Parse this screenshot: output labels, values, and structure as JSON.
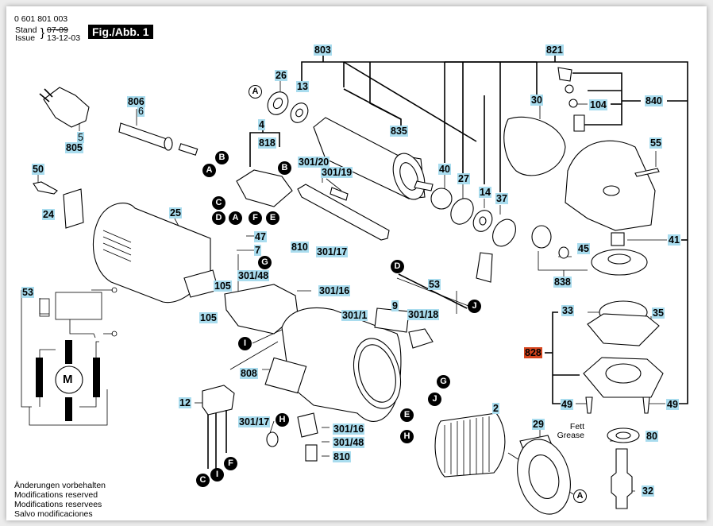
{
  "header": {
    "part_number": "0 601 801 003",
    "stand_label": "Stand",
    "issue_label": "Issue",
    "stand_date_struck": "07-09",
    "issue_date": "13-12-03",
    "figure_title": "Fig./Abb. 1"
  },
  "colors": {
    "label_highlight": "#a9dcee",
    "label_highlight_special": "#d6451e",
    "ink": "#000000",
    "page": "#ffffff"
  },
  "part_labels": [
    {
      "id": "p803",
      "text": "803"
    },
    {
      "id": "p821",
      "text": "821"
    },
    {
      "id": "p26",
      "text": "26"
    },
    {
      "id": "p13",
      "text": "13"
    },
    {
      "id": "p806",
      "text": "806"
    },
    {
      "id": "p6",
      "text": "6"
    },
    {
      "id": "p30",
      "text": "30"
    },
    {
      "id": "p104",
      "text": "104"
    },
    {
      "id": "p840",
      "text": "840"
    },
    {
      "id": "p835",
      "text": "835"
    },
    {
      "id": "p5",
      "text": "5"
    },
    {
      "id": "p805",
      "text": "805"
    },
    {
      "id": "p4",
      "text": "4"
    },
    {
      "id": "p818",
      "text": "818"
    },
    {
      "id": "p55",
      "text": "55"
    },
    {
      "id": "p50",
      "text": "50"
    },
    {
      "id": "p301_20",
      "text": "301/20"
    },
    {
      "id": "p301_19",
      "text": "301/19"
    },
    {
      "id": "p40",
      "text": "40"
    },
    {
      "id": "p27",
      "text": "27"
    },
    {
      "id": "p14",
      "text": "14"
    },
    {
      "id": "p37",
      "text": "37"
    },
    {
      "id": "p24",
      "text": "24"
    },
    {
      "id": "p25",
      "text": "25"
    },
    {
      "id": "p47",
      "text": "47"
    },
    {
      "id": "p41",
      "text": "41"
    },
    {
      "id": "p7",
      "text": "7"
    },
    {
      "id": "p810a",
      "text": "810"
    },
    {
      "id": "p301_17a",
      "text": "301/17"
    },
    {
      "id": "p45",
      "text": "45"
    },
    {
      "id": "p53a",
      "text": "53"
    },
    {
      "id": "p301_48a",
      "text": "301/48"
    },
    {
      "id": "p105a",
      "text": "105"
    },
    {
      "id": "p301_16a",
      "text": "301/16"
    },
    {
      "id": "p838",
      "text": "838"
    },
    {
      "id": "p53b",
      "text": "53"
    },
    {
      "id": "p9",
      "text": "9"
    },
    {
      "id": "p301_1",
      "text": "301/1"
    },
    {
      "id": "p33",
      "text": "33"
    },
    {
      "id": "p35",
      "text": "35"
    },
    {
      "id": "p105b",
      "text": "105"
    },
    {
      "id": "p301_18",
      "text": "301/18"
    },
    {
      "id": "p828",
      "text": "828",
      "special": true
    },
    {
      "id": "p808",
      "text": "808"
    },
    {
      "id": "p12",
      "text": "12"
    },
    {
      "id": "p2",
      "text": "2"
    },
    {
      "id": "p49a",
      "text": "49"
    },
    {
      "id": "p49b",
      "text": "49"
    },
    {
      "id": "p301_17b",
      "text": "301/17"
    },
    {
      "id": "p301_16b",
      "text": "301/16"
    },
    {
      "id": "p29",
      "text": "29"
    },
    {
      "id": "p80",
      "text": "80"
    },
    {
      "id": "p301_48b",
      "text": "301/48"
    },
    {
      "id": "p810b",
      "text": "810"
    },
    {
      "id": "p32",
      "text": "32"
    }
  ],
  "connectors": [
    {
      "id": "cA1",
      "text": "A",
      "style": "open"
    },
    {
      "id": "cB1",
      "text": "B",
      "style": "filled"
    },
    {
      "id": "cA2",
      "text": "A",
      "style": "filled"
    },
    {
      "id": "cB2",
      "text": "B",
      "style": "filled"
    },
    {
      "id": "cC1",
      "text": "C",
      "style": "filled"
    },
    {
      "id": "cD1",
      "text": "D",
      "style": "filled"
    },
    {
      "id": "cA3",
      "text": "A",
      "style": "filled"
    },
    {
      "id": "cF1",
      "text": "F",
      "style": "filled"
    },
    {
      "id": "cE1",
      "text": "E",
      "style": "filled"
    },
    {
      "id": "cG1",
      "text": "G",
      "style": "filled"
    },
    {
      "id": "cD2",
      "text": "D",
      "style": "filled"
    },
    {
      "id": "cJ1",
      "text": "J",
      "style": "filled"
    },
    {
      "id": "cI1",
      "text": "I",
      "style": "filled"
    },
    {
      "id": "cG2",
      "text": "G",
      "style": "filled"
    },
    {
      "id": "cJ2",
      "text": "J",
      "style": "filled"
    },
    {
      "id": "cE2",
      "text": "E",
      "style": "filled"
    },
    {
      "id": "cH1",
      "text": "H",
      "style": "filled"
    },
    {
      "id": "cH2",
      "text": "H",
      "style": "filled"
    },
    {
      "id": "cC2",
      "text": "C",
      "style": "filled"
    },
    {
      "id": "cI2",
      "text": "I",
      "style": "filled"
    },
    {
      "id": "cF2",
      "text": "F",
      "style": "filled"
    },
    {
      "id": "cA4",
      "text": "A",
      "style": "open"
    }
  ],
  "schematic": {
    "motor_label": "M"
  },
  "grease_note": {
    "line1": "Fett",
    "line2": "Grease"
  },
  "footer_notes": [
    "Änderungen vorbehalten",
    "Modifications reserved",
    "Modifications reservees",
    "Salvo modificaciones"
  ]
}
